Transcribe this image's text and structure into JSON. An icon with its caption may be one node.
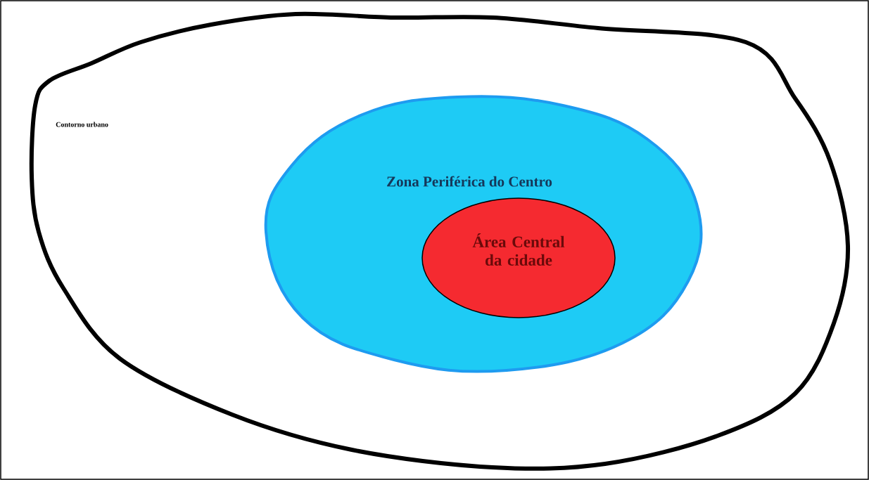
{
  "diagram": {
    "nodes": [
      {
        "text": [
          "Contorno urbano"
        ]
      },
      {
        "text": [
          "Zona Periférica do Centro"
        ],
        "in": 0
      },
      {
        "text": [
          "Área Central da cidade"
        ],
        "in": 1
      }
    ]
  }
}
